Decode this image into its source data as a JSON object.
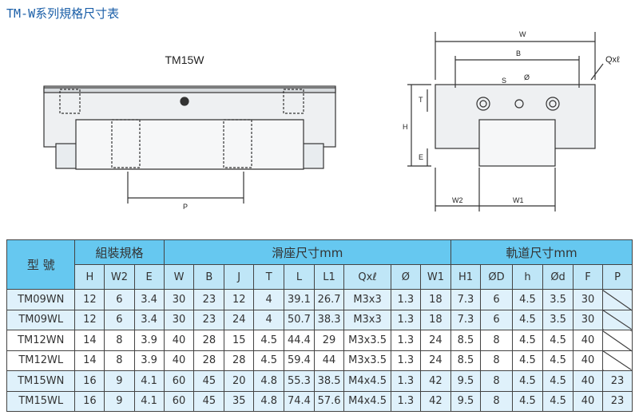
{
  "title": "TM-W系列規格尺寸表",
  "drawing": {
    "side_label": "TM15W",
    "p": "P",
    "w": "W",
    "b": "B",
    "qxl": "Qxℓ",
    "s": "S",
    "phi": "Ø",
    "t": "T",
    "h": "H",
    "e": "E",
    "w2": "W2",
    "w1": "W1"
  },
  "table": {
    "model_header": "型 號",
    "groups": [
      "組裝規格",
      "滑座尺寸mm",
      "軌道尺寸mm"
    ],
    "columns": [
      "H",
      "W2",
      "E",
      "W",
      "B",
      "J",
      "T",
      "L",
      "L1",
      "Qxℓ",
      "Ø",
      "W1",
      "H1",
      "ØD",
      "h",
      "Ød",
      "F",
      "P"
    ],
    "rows": [
      [
        "TM09WN",
        "12",
        "6",
        "3.4",
        "30",
        "23",
        "12",
        "4",
        "39.1",
        "26.7",
        "M3x3",
        "1.3",
        "18",
        "7.3",
        "6",
        "4.5",
        "3.5",
        "30",
        ""
      ],
      [
        "TM09WL",
        "12",
        "6",
        "3.4",
        "30",
        "23",
        "24",
        "4",
        "50.7",
        "38.3",
        "M3x3",
        "1.3",
        "18",
        "7.3",
        "6",
        "4.5",
        "3.5",
        "30",
        ""
      ],
      [
        "TM12WN",
        "14",
        "8",
        "3.9",
        "40",
        "28",
        "15",
        "4.5",
        "44.4",
        "29",
        "M3x3.5",
        "1.3",
        "24",
        "8.5",
        "8",
        "4.5",
        "4.5",
        "40",
        ""
      ],
      [
        "TM12WL",
        "14",
        "8",
        "3.9",
        "40",
        "28",
        "28",
        "4.5",
        "59.4",
        "44",
        "M3x3.5",
        "1.3",
        "24",
        "8.5",
        "8",
        "4.5",
        "4.5",
        "40",
        ""
      ],
      [
        "TM15WN",
        "16",
        "9",
        "4.1",
        "60",
        "45",
        "20",
        "4.8",
        "55.3",
        "38.5",
        "M4x4.5",
        "1.3",
        "42",
        "9.5",
        "8",
        "4.5",
        "4.5",
        "40",
        "23"
      ],
      [
        "TM15WL",
        "16",
        "9",
        "4.1",
        "60",
        "45",
        "35",
        "4.8",
        "74.4",
        "57.6",
        "M4x4.5",
        "1.3",
        "42",
        "9.5",
        "8",
        "4.5",
        "4.5",
        "40",
        "23"
      ]
    ]
  }
}
